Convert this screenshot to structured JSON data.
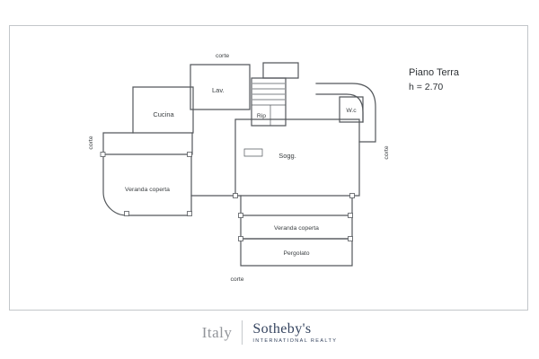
{
  "plan_title": {
    "name": "Piano Terra",
    "height": "h = 2.70"
  },
  "rooms": {
    "lav": "Lav.",
    "cucina": "Cucina",
    "rip": "Rip",
    "wc": "W.c",
    "sogg": "Sogg.",
    "veranda_left": "Veranda coperta",
    "veranda_bottom": "Veranda coperta",
    "pergolato": "Pergolato"
  },
  "courtyards": {
    "top": "corte",
    "left": "corte",
    "right": "corte",
    "bottom": "corte"
  },
  "branding": {
    "country": "Italy",
    "brand": "Sotheby's",
    "tagline": "INTERNATIONAL REALTY"
  },
  "colors": {
    "brand_navy": "#35445f",
    "line": "#54585c",
    "muted_gray": "#92959a"
  }
}
